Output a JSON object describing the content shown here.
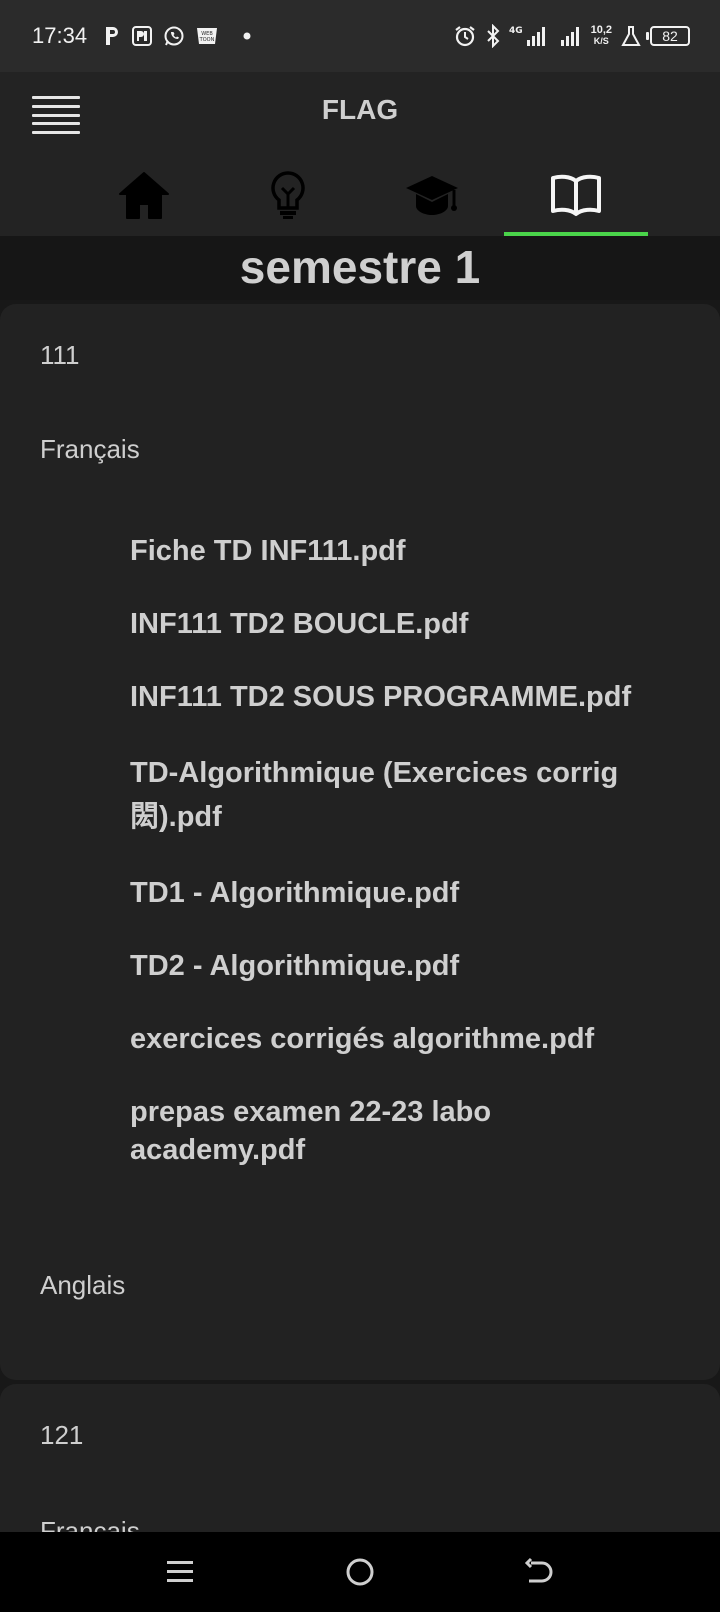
{
  "status_bar": {
    "time": "17:34",
    "net_speed_value": "10,2",
    "net_speed_unit": "K/S",
    "network_type": "4G",
    "battery_level": "82",
    "notification_icons": [
      "parking-icon",
      "pdf-app-icon",
      "whatsapp-icon",
      "webtoon-icon",
      "dot-icon"
    ],
    "system_icons": [
      "alarm-icon",
      "bluetooth-icon",
      "signal-icon",
      "flask-icon",
      "battery-icon"
    ],
    "webtoon_label": "WEB TOON"
  },
  "header": {
    "title": "FLAG",
    "tabs": [
      {
        "icon": "home-icon",
        "active": false
      },
      {
        "icon": "lightbulb-icon",
        "active": false
      },
      {
        "icon": "graduation-cap-icon",
        "active": false
      },
      {
        "icon": "book-icon",
        "active": true
      }
    ],
    "active_indicator_color": "#4ad44a"
  },
  "semester": {
    "title": "semestre 1"
  },
  "courses": [
    {
      "code": "111",
      "sections": [
        {
          "language": "Français",
          "files": [
            "Fiche TD INF111.pdf",
            "INF111 TD2 BOUCLE.pdf",
            "INF111 TD2 SOUS PROGRAMME.pdf",
            "TD-Algorithmique (Exercices corrig閎).pdf",
            "TD1 - Algorithmique.pdf",
            "TD2 - Algorithmique.pdf",
            "exercices corrigés algorithme.pdf",
            "prepas examen 22-23 labo academy.pdf"
          ]
        },
        {
          "language": "Anglais",
          "files": []
        }
      ]
    },
    {
      "code": "121",
      "sections": [
        {
          "language": "Français",
          "files": []
        }
      ]
    }
  ],
  "nav_bar": {
    "buttons": [
      "recents-icon",
      "home-circle-icon",
      "back-icon"
    ]
  }
}
